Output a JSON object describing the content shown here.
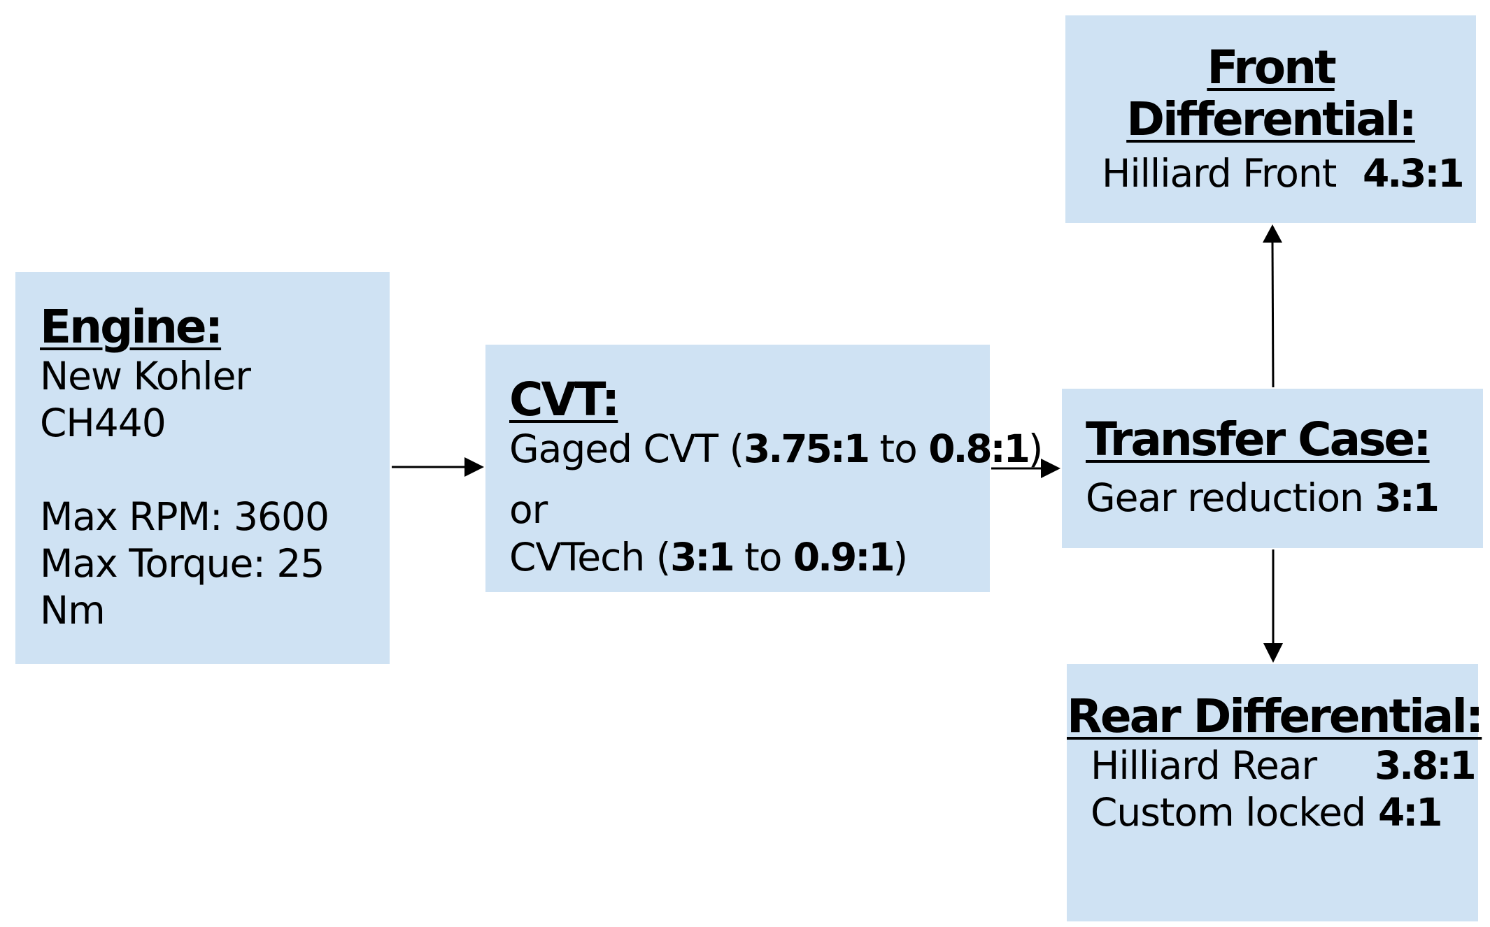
{
  "engine": {
    "title": "Engine:",
    "line1": "New Kohler",
    "line2": "CH440",
    "line3": "Max RPM: 3600",
    "line4": "Max Torque: 25",
    "line5": "Nm"
  },
  "cvt": {
    "title": "CVT:",
    "opt1_name": "Gaged CVT (",
    "opt1_from": "3.75:1",
    "opt1_to_word": " to ",
    "opt1_to": "0.8:1",
    "opt1_close": ")",
    "or": "or",
    "opt2_name": "CVTech (",
    "opt2_from": "3:1",
    "opt2_to_word": " to ",
    "opt2_to": "0.9:1",
    "opt2_close": ")"
  },
  "transfer": {
    "title": "Transfer Case:",
    "label": "Gear reduction ",
    "ratio": "3:1"
  },
  "front": {
    "title_line1": "Front ",
    "title_line2": "Differential:",
    "label": "Hilliard Front",
    "ratio": "4.3:1"
  },
  "rear": {
    "title": "Rear Differential:",
    "row1_label": "Hilliard Rear",
    "row1_ratio": "3.8:1",
    "row2_label": "Custom locked",
    "row2_ratio": "4:1"
  },
  "colors": {
    "box_fill": "#cfe2f3",
    "arrow": "#000000"
  }
}
